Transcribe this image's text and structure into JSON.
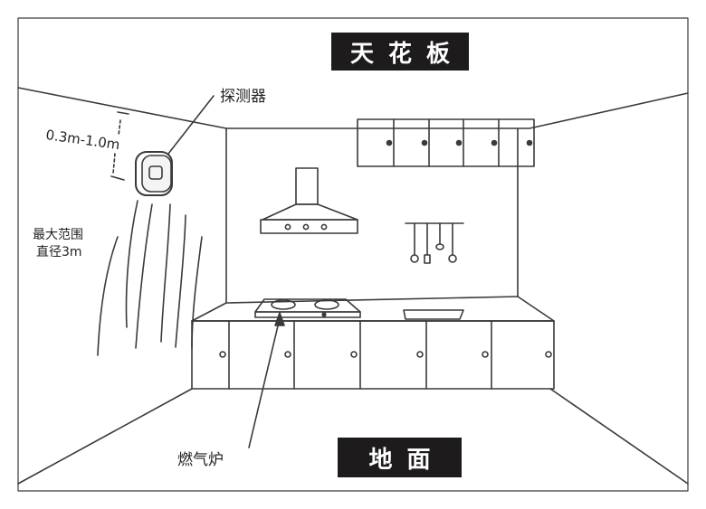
{
  "labels": {
    "ceiling": "天花板",
    "floor": "地面",
    "detector": "探测器",
    "distance": "0.3m-1.0m",
    "range_line1": "最大范围",
    "range_line2": "直径3m",
    "gas_stove": "燃气炉"
  },
  "colors": {
    "line": "#3a3a3a",
    "label_bg": "#1e1b1c",
    "label_fg": "#ffffff"
  }
}
